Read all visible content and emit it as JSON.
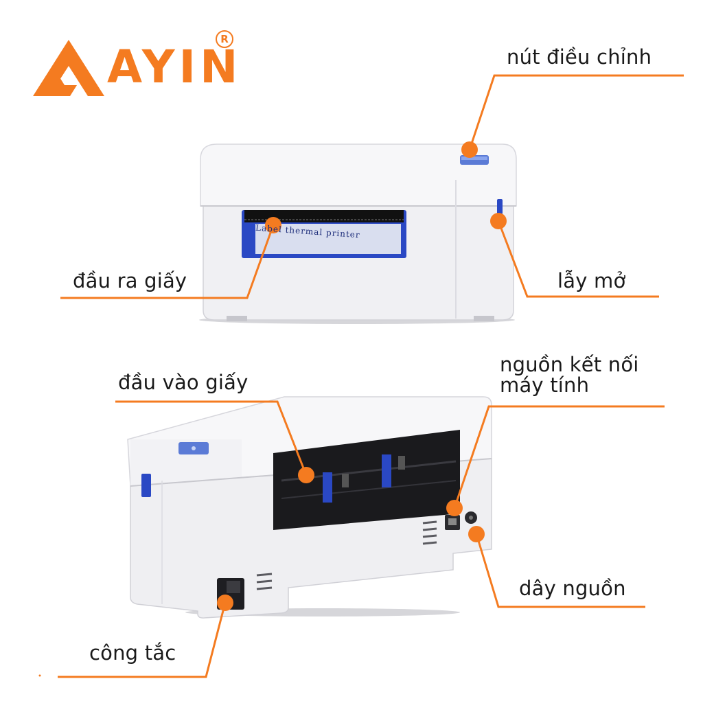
{
  "brand": {
    "logo_text": "AYIN",
    "registered_mark": "R",
    "color": "#f47b20"
  },
  "printer_label": "Label thermal printer",
  "callouts": {
    "adjust_button": "nút điều chỉnh",
    "paper_output": "đầu ra giấy",
    "open_latch": "lẫy mở",
    "paper_input": "đầu vào giấy",
    "computer_port_line1": "nguồn kết nối",
    "computer_port_line2": "máy tính",
    "power_cord": "dây nguồn",
    "power_switch": "công tắc"
  },
  "colors": {
    "accent": "#f47b20",
    "printer_body": "#f4f4f6",
    "printer_blue": "#2a48c4"
  }
}
